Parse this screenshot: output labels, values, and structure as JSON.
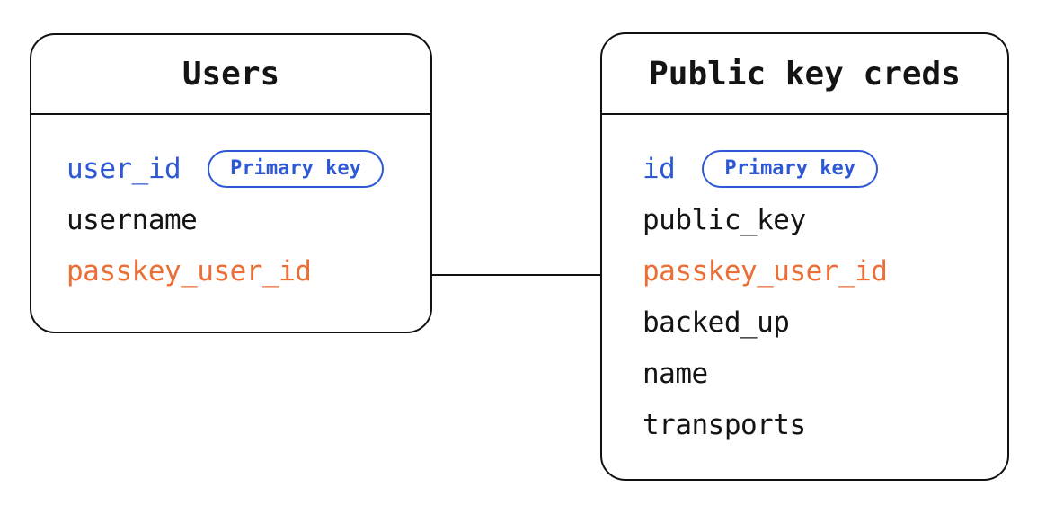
{
  "diagram": {
    "type": "entity-relationship",
    "colors": {
      "blue": "#2f58d5",
      "orange": "#eb6e37",
      "border": "#111111",
      "text": "#141414",
      "background": "#ffffff"
    },
    "tables": [
      {
        "title": "Users",
        "fields": [
          {
            "name": "user_id",
            "role": "primary-key",
            "badge": "Primary key"
          },
          {
            "name": "username",
            "role": "column"
          },
          {
            "name": "passkey_user_id",
            "role": "foreign-key"
          }
        ]
      },
      {
        "title": "Public key creds",
        "fields": [
          {
            "name": "id",
            "role": "primary-key",
            "badge": "Primary key"
          },
          {
            "name": "public_key",
            "role": "column"
          },
          {
            "name": "passkey_user_id",
            "role": "foreign-key"
          },
          {
            "name": "backed_up",
            "role": "column"
          },
          {
            "name": "name",
            "role": "column"
          },
          {
            "name": "transports",
            "role": "column"
          }
        ]
      }
    ],
    "relationship": {
      "from_table": "Users",
      "from_field": "passkey_user_id",
      "to_table": "Public key creds",
      "to_field": "passkey_user_id"
    }
  }
}
